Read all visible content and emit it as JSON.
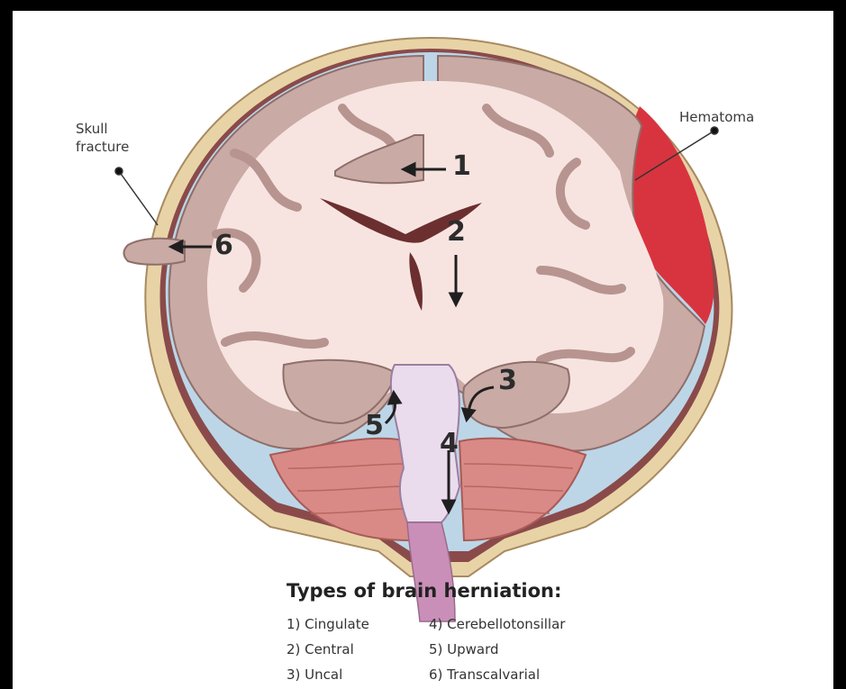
{
  "labels": {
    "skull_fracture_line1": "Skull",
    "skull_fracture_line2": "fracture",
    "hematoma": "Hematoma"
  },
  "numbers": [
    "1",
    "2",
    "3",
    "4",
    "5",
    "6"
  ],
  "legend": {
    "title": "Types of brain herniation:",
    "items": [
      "1) Cingulate",
      "2) Central",
      "3) Uncal",
      "4) Cerebellotonsillar",
      "5) Upward",
      "6) Transcalvarial"
    ]
  },
  "colors": {
    "skull": "#e8d3a7",
    "gray_matter": "#c9aaa5",
    "white_matter": "#f7e4e1",
    "hematoma": "#d8343f",
    "cerebellum": "#d98a86",
    "brainstem": "#c98fb8",
    "csf": "#bcd6e8"
  }
}
